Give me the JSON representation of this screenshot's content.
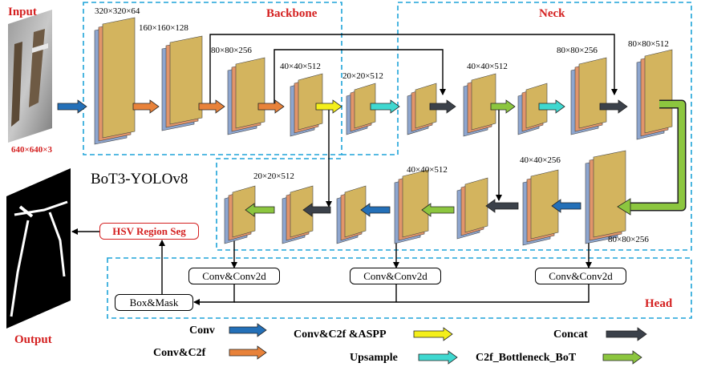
{
  "title": "BoT3-YOLOv8",
  "labels": {
    "input": "Input",
    "output": "Output",
    "input_size": "640×640×3",
    "backbone": "Backbone",
    "neck": "Neck",
    "head": "Head",
    "hsv": "HSV Region Seg",
    "box_mask": "Box&Mask",
    "conv_conv2d": "Conv&Conv2d"
  },
  "dims": {
    "d320_64": "320×320×64",
    "d160_128": "160×160×128",
    "d80_256": "80×80×256",
    "d40_512": "40×40×512",
    "d20_512": "20×20×512",
    "d80_512": "80×80×512",
    "d40_256": "40×40×256"
  },
  "legend": {
    "conv": "Conv",
    "conv_c2f": "Conv&C2f",
    "conv_c2f_aspp": "Conv&C2f &ASPP",
    "upsample": "Upsample",
    "concat": "Concat",
    "c2f_bot": "C2f_Bottleneck_BoT"
  },
  "colors": {
    "conv": "#2470b8",
    "conv_c2f": "#e8823a",
    "conv_c2f_aspp": "#f4ef1a",
    "upsample": "#3fd8d0",
    "concat": "#3b414a",
    "c2f_bot": "#8cc63f",
    "feature_map_front": "#d3b45e",
    "feature_map_mid": "#e2956a",
    "feature_map_back": "#8ea6cf",
    "dashed_border": "#1ea3d8",
    "label_red": "#d42020"
  }
}
